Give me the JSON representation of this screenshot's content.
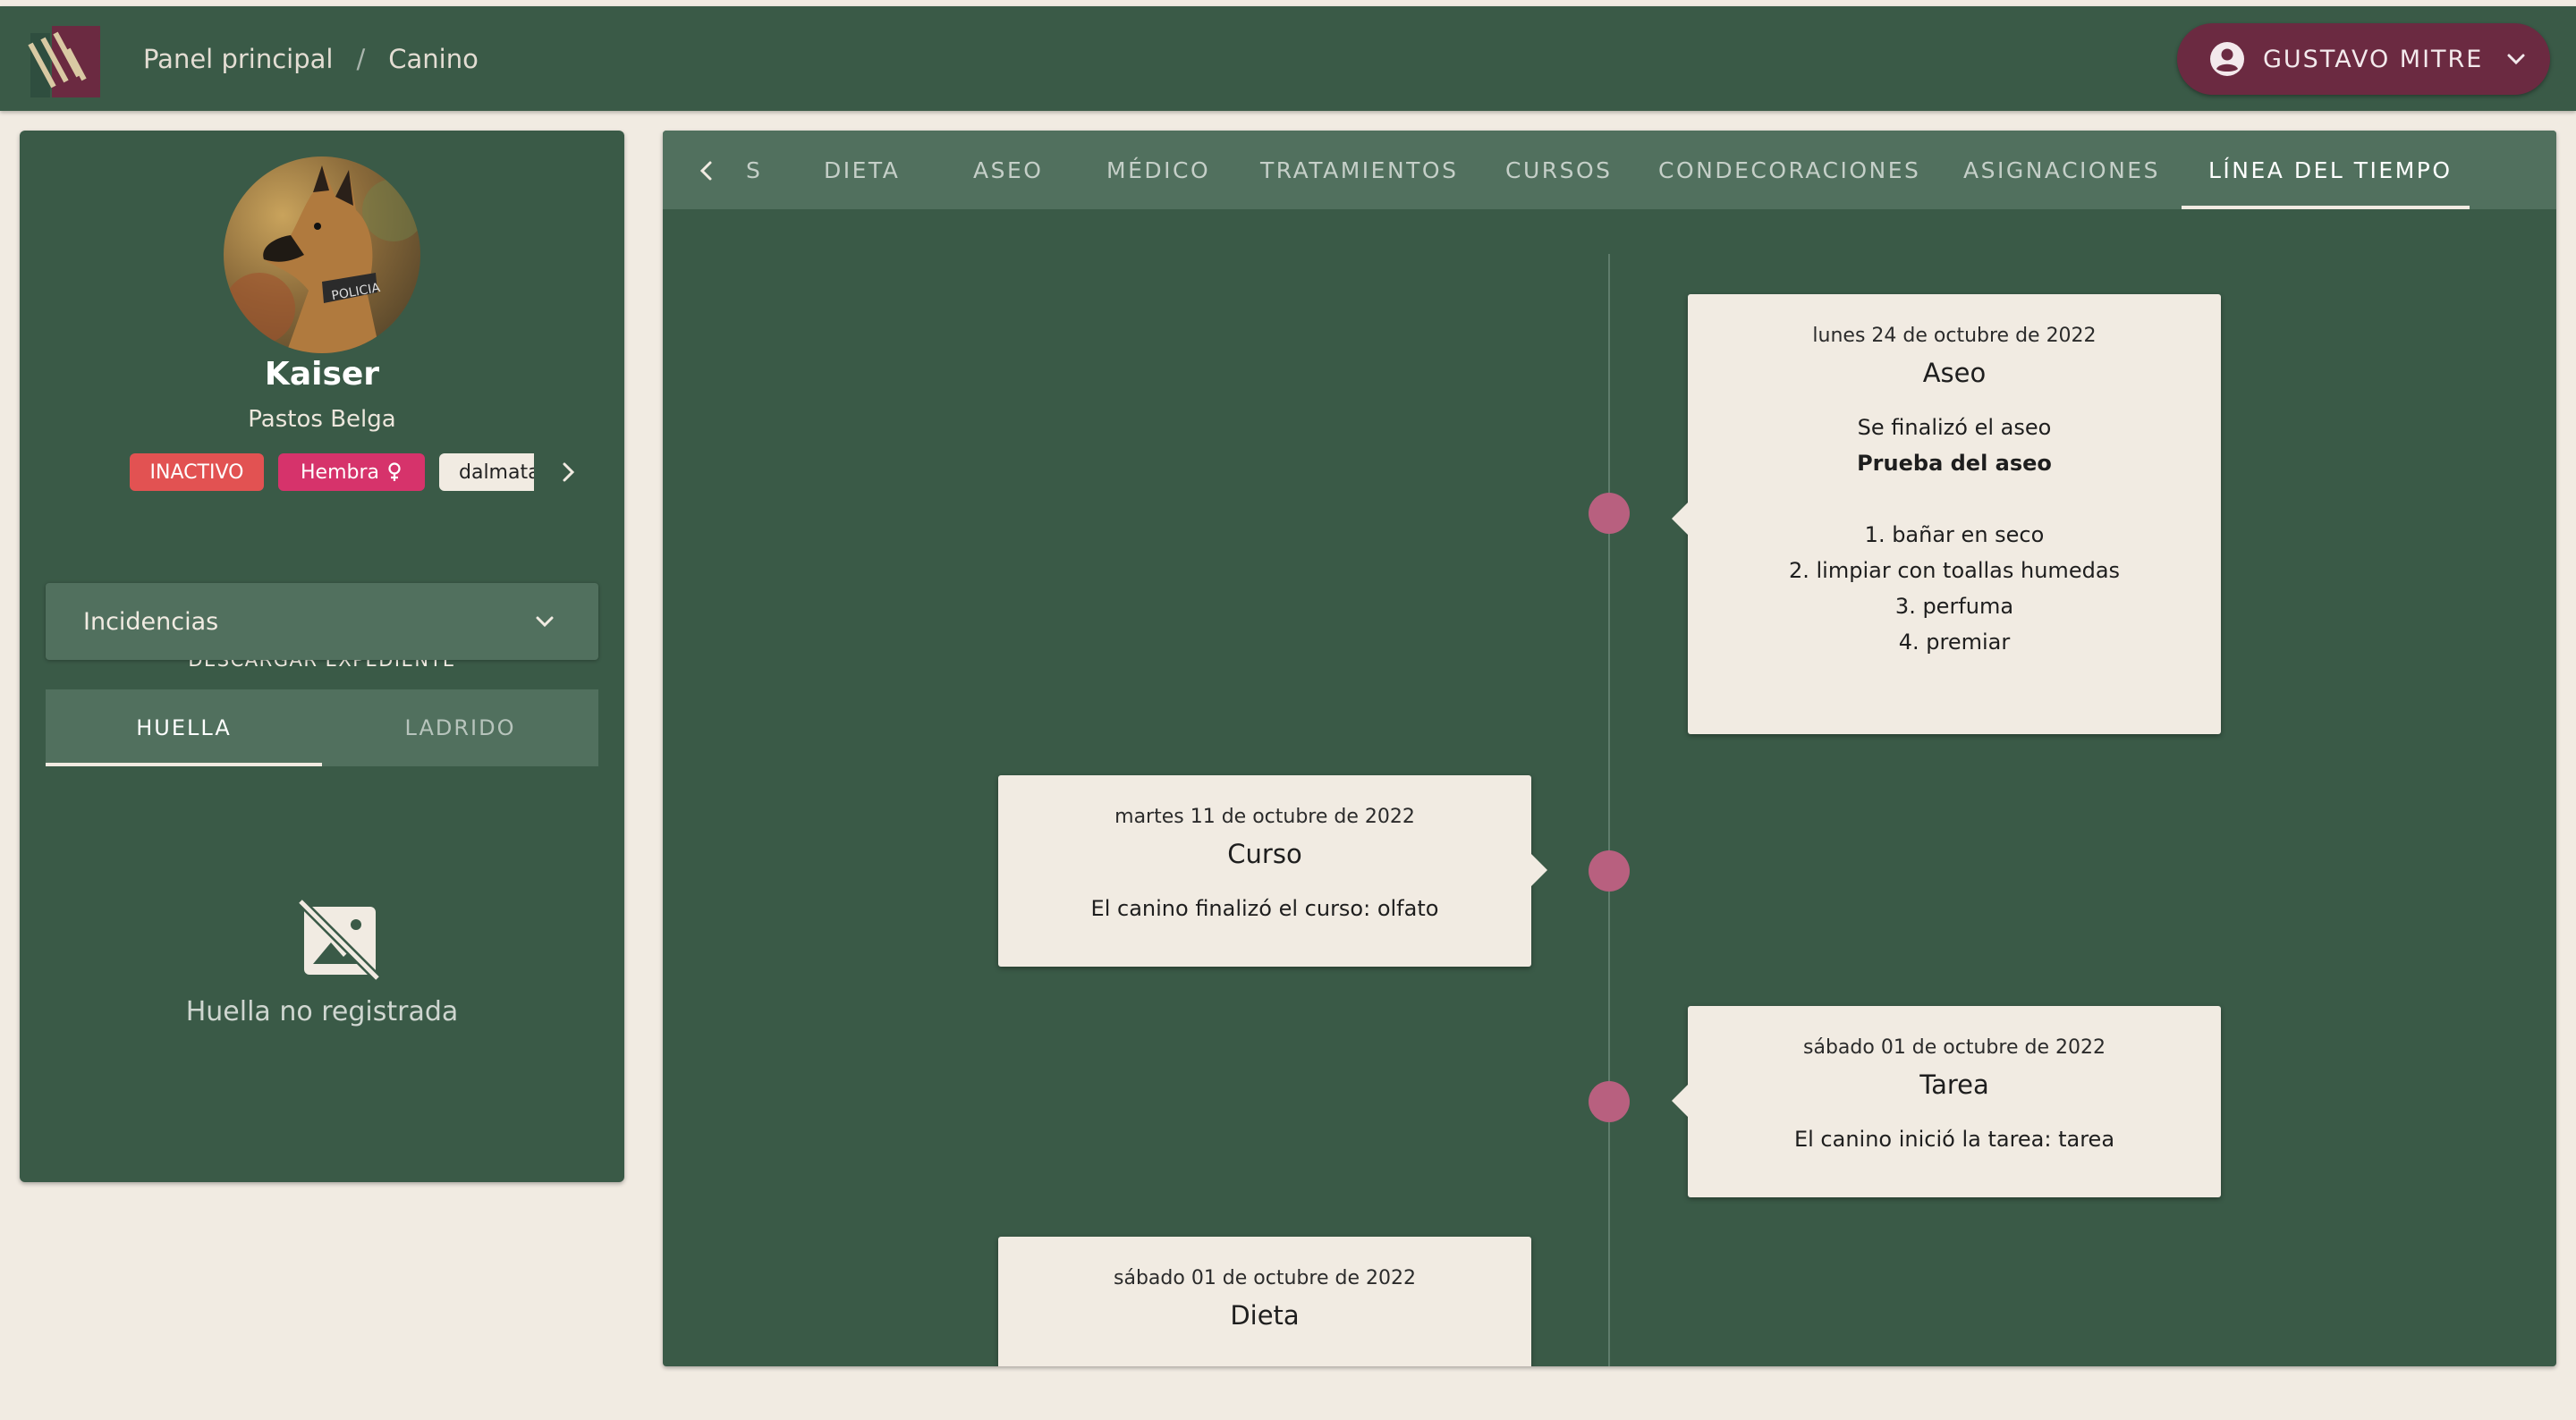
{
  "breadcrumb": {
    "home": "Panel principal",
    "separator": "/",
    "current": "Canino"
  },
  "user": {
    "name": "GUSTAVO MITRE"
  },
  "profile": {
    "name": "Kaiser",
    "breed": "Pastos Belga",
    "chips": {
      "status": "INACTIVO",
      "sex": "Hembra",
      "color": "dalmata"
    },
    "download_label": "DESCARGAR EXPEDIENTE",
    "incidents_label": "Incidencias",
    "subtabs": [
      {
        "label": "HUELLA"
      },
      {
        "label": "LADRIDO"
      }
    ],
    "no_print_text": "Huella no registrada"
  },
  "tabs": [
    {
      "label": "S"
    },
    {
      "label": "DIETA"
    },
    {
      "label": "ASEO"
    },
    {
      "label": "MÉDICO"
    },
    {
      "label": "TRATAMIENTOS"
    },
    {
      "label": "CURSOS"
    },
    {
      "label": "CONDECORACIONES"
    },
    {
      "label": "ASIGNACIONES"
    },
    {
      "label": "LÍNEA DEL TIEMPO"
    }
  ],
  "timeline": [
    {
      "date": "lunes 24 de octubre de 2022",
      "title": "Aseo",
      "line1": "Se finalizó el aseo",
      "line2": "Prueba del aseo",
      "steps": [
        "1. bañar en seco",
        "2. limpiar con toallas humedas",
        "3. perfuma",
        "4. premiar"
      ]
    },
    {
      "date": "martes 11 de octubre de 2022",
      "title": "Curso",
      "text": "El canino finalizó el curso: olfato"
    },
    {
      "date": "sábado 01 de octubre de 2022",
      "title": "Tarea",
      "text": "El canino inició la tarea: tarea"
    },
    {
      "date": "sábado 01 de octubre de 2022",
      "title": "Dieta"
    }
  ],
  "colors": {
    "primary": "#3a5a47",
    "surface": "#51705e",
    "background": "#f1ebe2",
    "accent": "#6b2a41",
    "timeline_dot": "#b8607f",
    "chip_inactive": "#e25252",
    "chip_female": "#d6336b"
  },
  "icons": {
    "user": "account-circle-icon",
    "chevron": "chevron-down-icon",
    "tab_prev": "chevron-left-icon",
    "chips_next": "chevron-right-icon",
    "female": "female-icon",
    "no_image": "image-not-supported-icon"
  }
}
